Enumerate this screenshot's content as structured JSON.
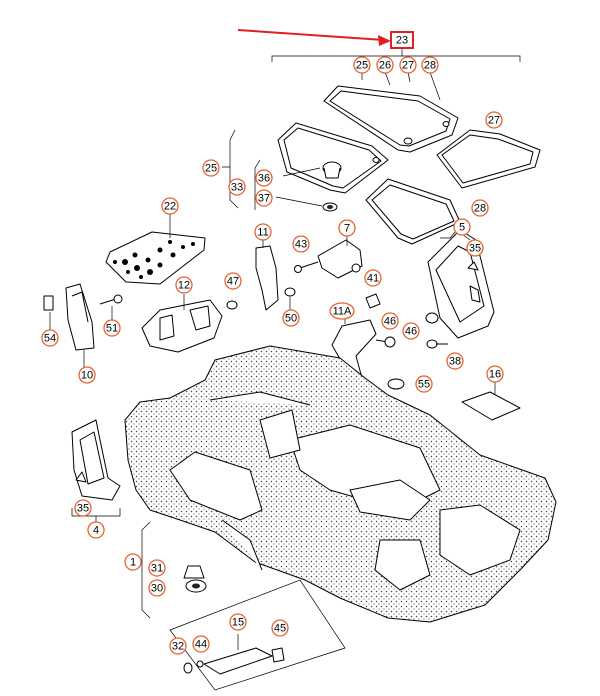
{
  "accent_color": "#e8612c",
  "highlight_color": "#e02020",
  "highlighted_callout": "23",
  "callouts": [
    {
      "id": "c23",
      "label": "23"
    },
    {
      "id": "c25a",
      "label": "25"
    },
    {
      "id": "c26",
      "label": "26"
    },
    {
      "id": "c27a",
      "label": "27"
    },
    {
      "id": "c28a",
      "label": "28"
    },
    {
      "id": "c27b",
      "label": "27"
    },
    {
      "id": "c25b",
      "label": "25"
    },
    {
      "id": "c36",
      "label": "36"
    },
    {
      "id": "c33",
      "label": "33"
    },
    {
      "id": "c37",
      "label": "37"
    },
    {
      "id": "c28b",
      "label": "28"
    },
    {
      "id": "c22",
      "label": "22"
    },
    {
      "id": "c11",
      "label": "11"
    },
    {
      "id": "c43",
      "label": "43"
    },
    {
      "id": "c7",
      "label": "7"
    },
    {
      "id": "c5",
      "label": "5"
    },
    {
      "id": "c35a",
      "label": "35"
    },
    {
      "id": "c12",
      "label": "12"
    },
    {
      "id": "c47",
      "label": "47"
    },
    {
      "id": "c41",
      "label": "41"
    },
    {
      "id": "c54",
      "label": "54"
    },
    {
      "id": "c51",
      "label": "51"
    },
    {
      "id": "c50",
      "label": "50"
    },
    {
      "id": "c11a",
      "label": "11A"
    },
    {
      "id": "c46a",
      "label": "46"
    },
    {
      "id": "c46b",
      "label": "46"
    },
    {
      "id": "c38",
      "label": "38"
    },
    {
      "id": "c10",
      "label": "10"
    },
    {
      "id": "c55",
      "label": "55"
    },
    {
      "id": "c16",
      "label": "16"
    },
    {
      "id": "c35b",
      "label": "35"
    },
    {
      "id": "c4",
      "label": "4"
    },
    {
      "id": "c1",
      "label": "1"
    },
    {
      "id": "c31",
      "label": "31"
    },
    {
      "id": "c30",
      "label": "30"
    },
    {
      "id": "c15",
      "label": "15"
    },
    {
      "id": "c32",
      "label": "32"
    },
    {
      "id": "c44",
      "label": "44"
    },
    {
      "id": "c45",
      "label": "45"
    }
  ]
}
